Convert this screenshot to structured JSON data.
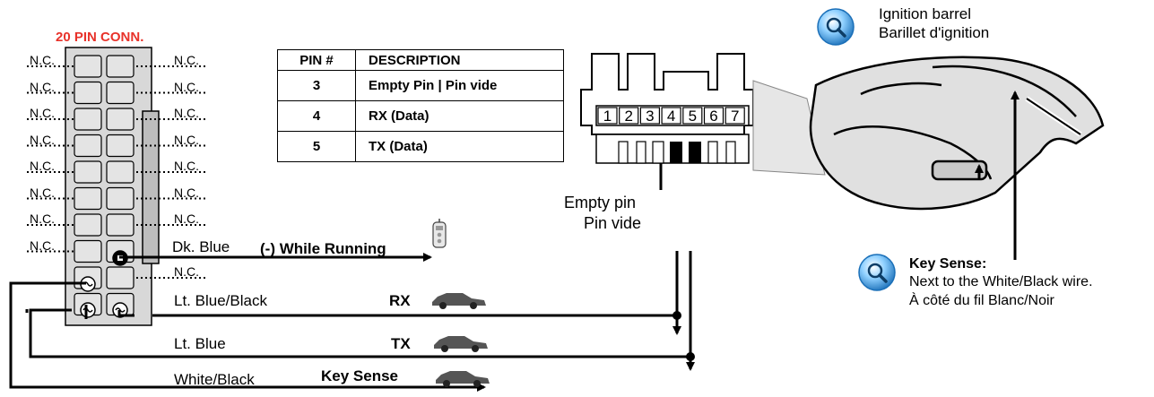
{
  "connector": {
    "title": "20 PIN CONN.",
    "nc_label": "N.C."
  },
  "pin_table": {
    "headers": [
      "PIN #",
      "DESCRIPTION"
    ],
    "rows": [
      {
        "pin": "3",
        "description": "Empty Pin | Pin vide"
      },
      {
        "pin": "4",
        "description": "RX  (Data)"
      },
      {
        "pin": "5",
        "description": "TX  (Data)"
      }
    ]
  },
  "wires": {
    "dk_blue": {
      "color_label": "Dk. Blue",
      "function": "(-) While Running"
    },
    "lt_blue_black": {
      "color_label": "Lt. Blue/Black",
      "function": "RX"
    },
    "lt_blue": {
      "color_label": "Lt. Blue",
      "function": "TX"
    },
    "white_black": {
      "color_label": "White/Black",
      "function": "Key Sense"
    }
  },
  "vehicle_connector": {
    "pin_numbers": [
      "1",
      "2",
      "3",
      "4",
      "5",
      "6",
      "7"
    ],
    "empty_pin_label_en": "Empty pin",
    "empty_pin_label_fr": "Pin vide"
  },
  "ignition": {
    "label_en": "Ignition barrel",
    "label_fr": "Barillet d'ignition"
  },
  "key_sense_note": {
    "title": "Key Sense:",
    "line_en": "Next to the White/Black wire.",
    "line_fr": "À côté du fil Blanc/Noir"
  },
  "colors": {
    "title_red": "#e8322a",
    "connector_gray": "#d8d8d8",
    "magnifier_blue": "#2a8fd6",
    "car_gray": "#555555"
  },
  "icons": [
    "magnifier-icon",
    "remote-icon",
    "car-icon",
    "arrow-icon"
  ]
}
